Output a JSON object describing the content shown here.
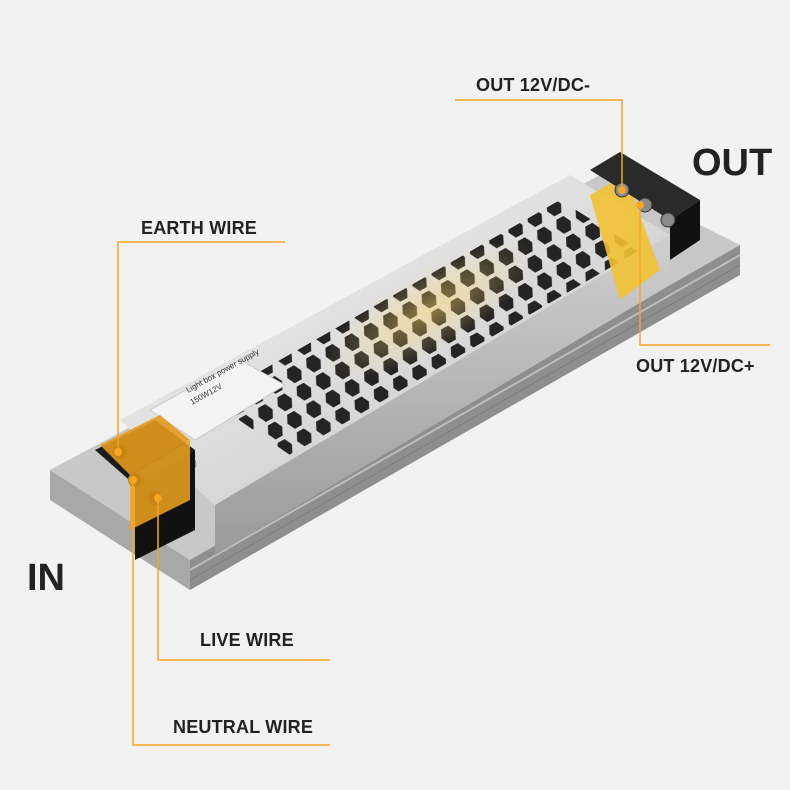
{
  "labels": {
    "out_minus": "OUT 12V/DC-",
    "out_plus": "OUT 12V/DC+",
    "out_big": "OUT",
    "in_big": "IN",
    "earth": "EARTH WIRE",
    "live": "LIVE WIRE",
    "neutral": "NEUTRAL WIRE"
  },
  "product_label": {
    "line1": "Light box power supply",
    "line2": "150W12V"
  },
  "colors": {
    "accent": "#f5a623",
    "background": "#f2f2f2",
    "line": "#f5a623"
  }
}
